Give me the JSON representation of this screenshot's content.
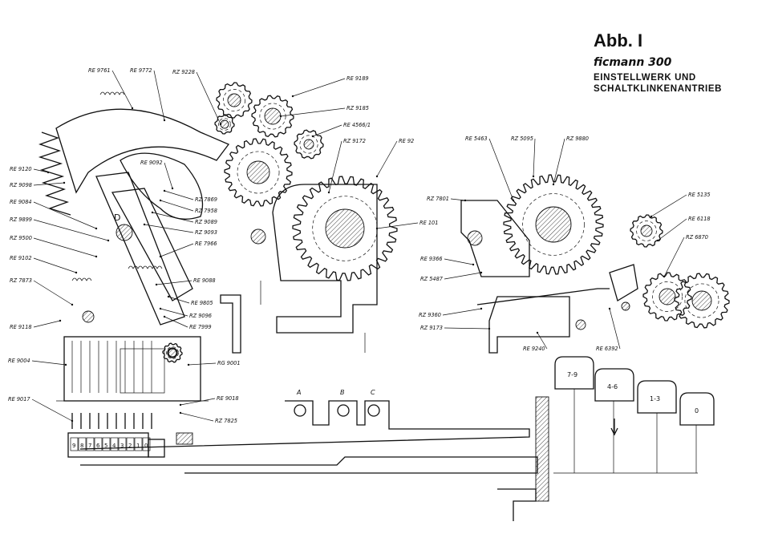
{
  "header": {
    "figure": "Abb. I",
    "brand": "ficmann 300",
    "subtitle_line1": "EINSTELLWERK UND",
    "subtitle_line2": "SCHALTKLINKENANTRIEB"
  },
  "part_labels": [
    {
      "id": "re9761",
      "text": "RE 9761"
    },
    {
      "id": "re9772",
      "text": "RE 9772"
    },
    {
      "id": "rz9228",
      "text": "RZ 9228"
    },
    {
      "id": "re9189",
      "text": "RE 9189"
    },
    {
      "id": "rz9185",
      "text": "RZ 9185"
    },
    {
      "id": "re4566",
      "text": "RE 4566/1"
    },
    {
      "id": "rz9172",
      "text": "RZ 9172"
    },
    {
      "id": "re92",
      "text": "RE 92"
    },
    {
      "id": "re5463",
      "text": "RE 5463"
    },
    {
      "id": "rz5095",
      "text": "RZ 5095"
    },
    {
      "id": "rz9880",
      "text": "RZ 9880"
    },
    {
      "id": "re9120",
      "text": "RE 9120"
    },
    {
      "id": "rz9098",
      "text": "RZ 9098"
    },
    {
      "id": "re9084",
      "text": "RE 9084"
    },
    {
      "id": "rz9899",
      "text": "RZ 9899"
    },
    {
      "id": "rz9500",
      "text": "RZ 9500"
    },
    {
      "id": "re9102",
      "text": "RE 9102"
    },
    {
      "id": "rz7873",
      "text": "RZ 7873"
    },
    {
      "id": "re9118",
      "text": "RE 9118"
    },
    {
      "id": "re9004",
      "text": "RE 9004"
    },
    {
      "id": "re9017",
      "text": "RE 9017"
    },
    {
      "id": "re9092",
      "text": "RE 9092"
    },
    {
      "id": "rz7869",
      "text": "RZ 7869"
    },
    {
      "id": "rz7958",
      "text": "RZ 7958"
    },
    {
      "id": "rz9089",
      "text": "RZ 9089"
    },
    {
      "id": "rz9093",
      "text": "RZ 9093"
    },
    {
      "id": "re7966",
      "text": "RE 7966"
    },
    {
      "id": "re9088",
      "text": "RE 9088"
    },
    {
      "id": "re9805",
      "text": "RE 9805"
    },
    {
      "id": "rz9096",
      "text": "RZ 9096"
    },
    {
      "id": "re7999",
      "text": "RE 7999"
    },
    {
      "id": "rg9001",
      "text": "RG 9001"
    },
    {
      "id": "re9018",
      "text": "RE 9018"
    },
    {
      "id": "rz7825",
      "text": "RZ 7825"
    },
    {
      "id": "re101",
      "text": "RE 101"
    },
    {
      "id": "rz7801",
      "text": "RZ 7801"
    },
    {
      "id": "re9366",
      "text": "RE 9366"
    },
    {
      "id": "rz5487",
      "text": "RZ 5487"
    },
    {
      "id": "rz9360",
      "text": "RZ 9360"
    },
    {
      "id": "rz9173",
      "text": "RZ 9173"
    },
    {
      "id": "re9240",
      "text": "RE 9240"
    },
    {
      "id": "re6392",
      "text": "RE 6392"
    },
    {
      "id": "re5135",
      "text": "RE 5135"
    },
    {
      "id": "re6118",
      "text": "RE 6118"
    },
    {
      "id": "rz6870",
      "text": "RZ 6870"
    }
  ],
  "letter_marks": {
    "d": "D",
    "a": "A",
    "b": "B",
    "c": "C"
  },
  "keys": [
    "7-9",
    "4-6",
    "1-3",
    "0"
  ],
  "digits": [
    "9",
    "8",
    "7",
    "6",
    "5",
    "4",
    "3",
    "2",
    "1",
    "0"
  ]
}
